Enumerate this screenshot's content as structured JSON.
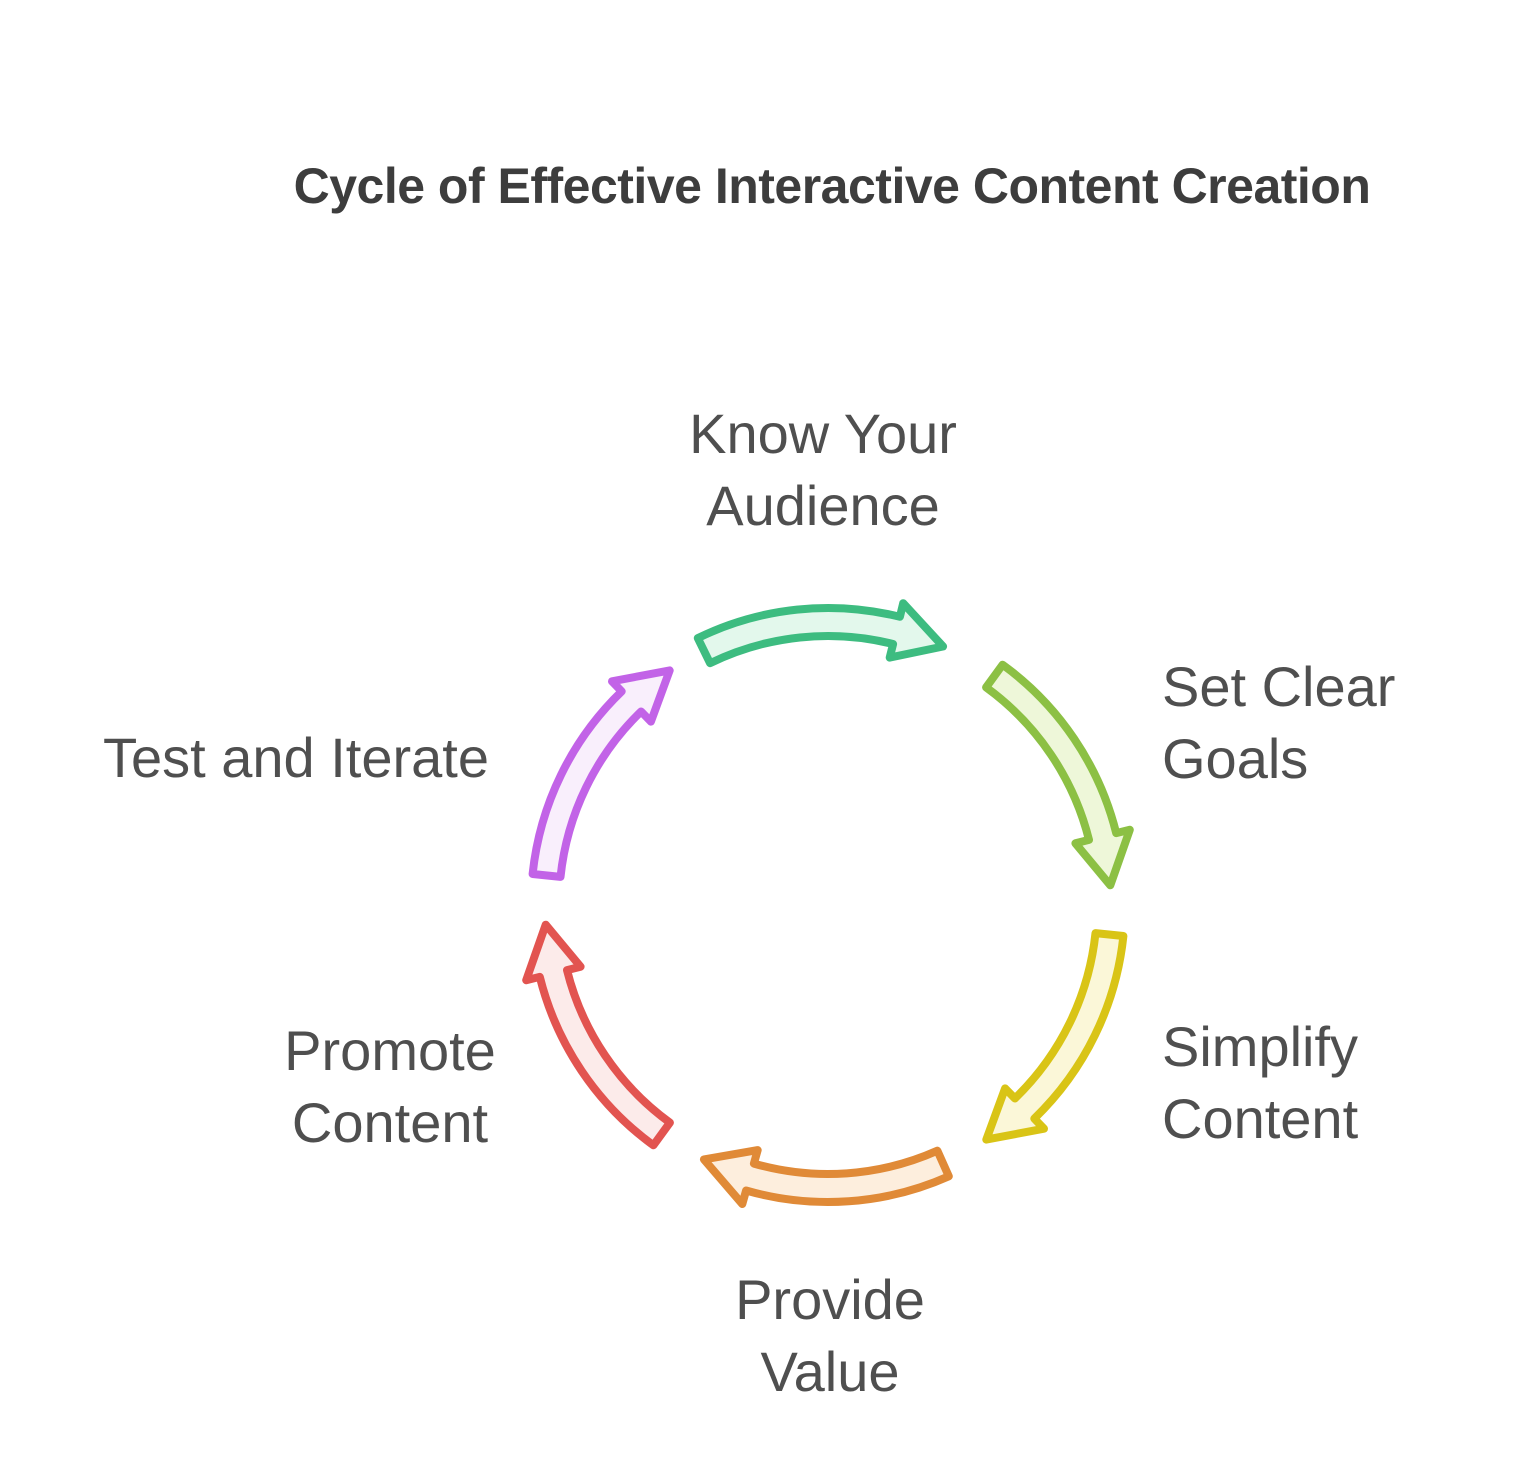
{
  "title": "Cycle of Effective Interactive Content Creation",
  "colors": {
    "background": "#ffffff",
    "title_text": "#3d3d3d",
    "label_text": "#4f4f4f"
  },
  "diagram": {
    "type": "cycle",
    "direction": "clockwise",
    "stages": [
      {
        "name": "know-your-audience",
        "lines": [
          "Know Your",
          "Audience"
        ],
        "arrow": {
          "stroke": "#3dbc80",
          "fill": "#e3f8ec",
          "from_deg": -26,
          "to_deg": 24
        }
      },
      {
        "name": "set-clear-goals",
        "lines": [
          "Set Clear",
          "Goals"
        ],
        "arrow": {
          "stroke": "#8cc044",
          "fill": "#eef7d9",
          "from_deg": 36,
          "to_deg": 86
        }
      },
      {
        "name": "simplify-content",
        "lines": [
          "Simplify",
          "Content"
        ],
        "arrow": {
          "stroke": "#d9c416",
          "fill": "#fbf7d8",
          "from_deg": 96,
          "to_deg": 146
        }
      },
      {
        "name": "provide-value",
        "lines": [
          "Provide",
          "Value"
        ],
        "arrow": {
          "stroke": "#e08a37",
          "fill": "#fdeedd",
          "from_deg": 156,
          "to_deg": 206
        }
      },
      {
        "name": "promote-content",
        "lines": [
          "Promote",
          "Content"
        ],
        "arrow": {
          "stroke": "#e25450",
          "fill": "#fcebea",
          "from_deg": 216,
          "to_deg": 266
        }
      },
      {
        "name": "test-and-iterate",
        "lines": [
          "Test and Iterate"
        ],
        "arrow": {
          "stroke": "#c263e7",
          "fill": "#f9effc",
          "from_deg": 276,
          "to_deg": 326
        }
      }
    ]
  }
}
